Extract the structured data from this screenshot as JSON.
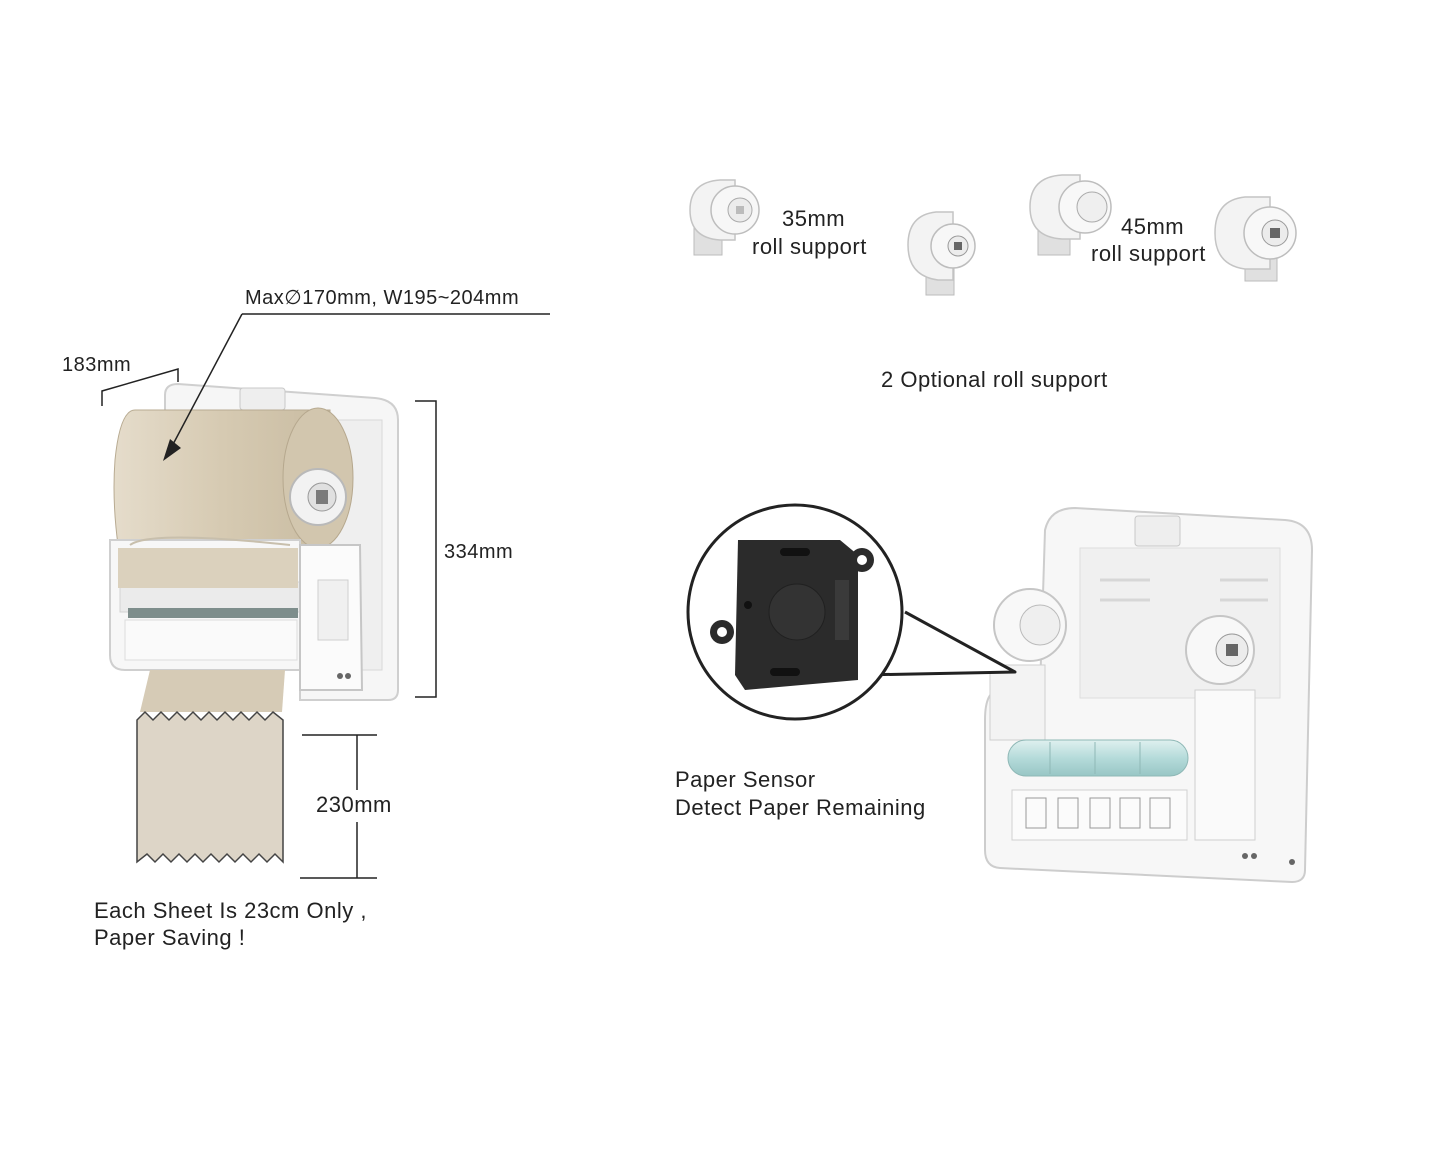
{
  "left": {
    "roll_spec": "Max∅170mm, W195~204mm",
    "depth": "183mm",
    "height": "334mm",
    "sheet_length": "230mm",
    "caption_line1": "Each Sheet Is 23cm Only ,",
    "caption_line2": "Paper Saving !"
  },
  "right": {
    "support_a_size": "35mm",
    "support_a_text": "roll support",
    "support_b_size": "45mm",
    "support_b_text": "roll support",
    "optional_caption": "2 Optional roll support",
    "sensor_line1": "Paper Sensor",
    "sensor_line2": "Detect Paper Remaining"
  },
  "colors": {
    "paper": "#d8cdb8",
    "sheet": "#d9d1c2",
    "plastic": "#f4f4f4",
    "outline": "#c9c9c9",
    "sensor": "#2b2b2b",
    "roller": "#bfe0e0",
    "line": "#222222"
  }
}
